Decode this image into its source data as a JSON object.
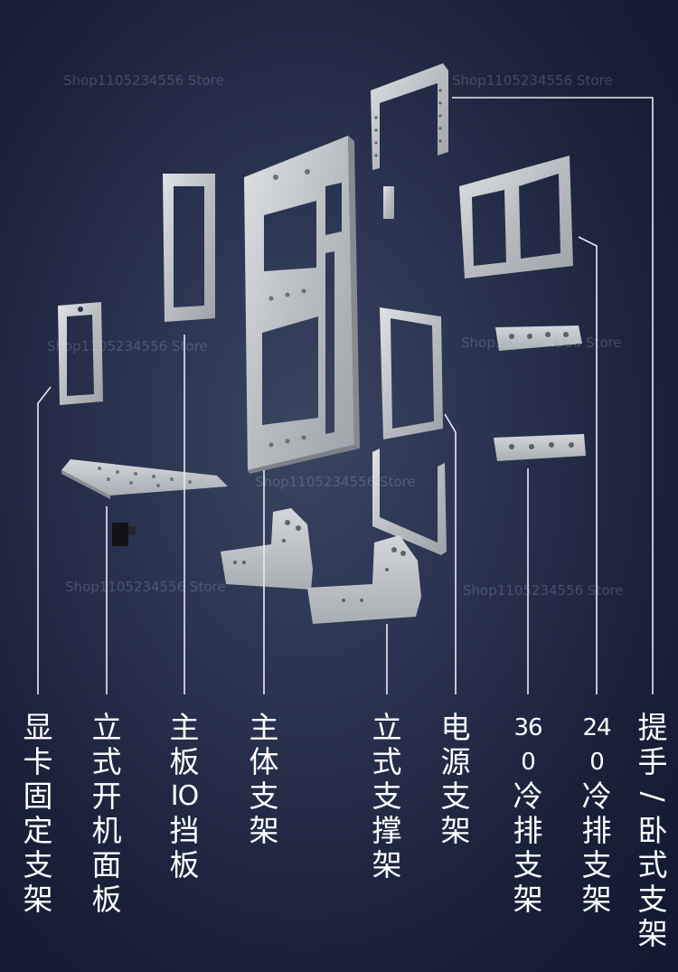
{
  "watermark": "Shop1105234556 Store",
  "labels": [
    {
      "id": "gpu-bracket",
      "text": "显卡固定支架"
    },
    {
      "id": "power-panel",
      "text": "立式开机面板"
    },
    {
      "id": "io-shield",
      "text": "主板IO挡板"
    },
    {
      "id": "main-frame",
      "text": "主体支架"
    },
    {
      "id": "stand-support",
      "text": "立式支撑架"
    },
    {
      "id": "psu-bracket",
      "text": "电源支架"
    },
    {
      "id": "rad360-bracket",
      "text": "360冷排支架"
    },
    {
      "id": "rad240-bracket",
      "text": "240冷排支架"
    },
    {
      "id": "handle-bracket",
      "text": "提手/卧式支架"
    }
  ],
  "colors": {
    "background": "#1c2440",
    "metal": "#c4c8cc",
    "label": "#ffffff",
    "leader_line": "#e8ecf0"
  }
}
